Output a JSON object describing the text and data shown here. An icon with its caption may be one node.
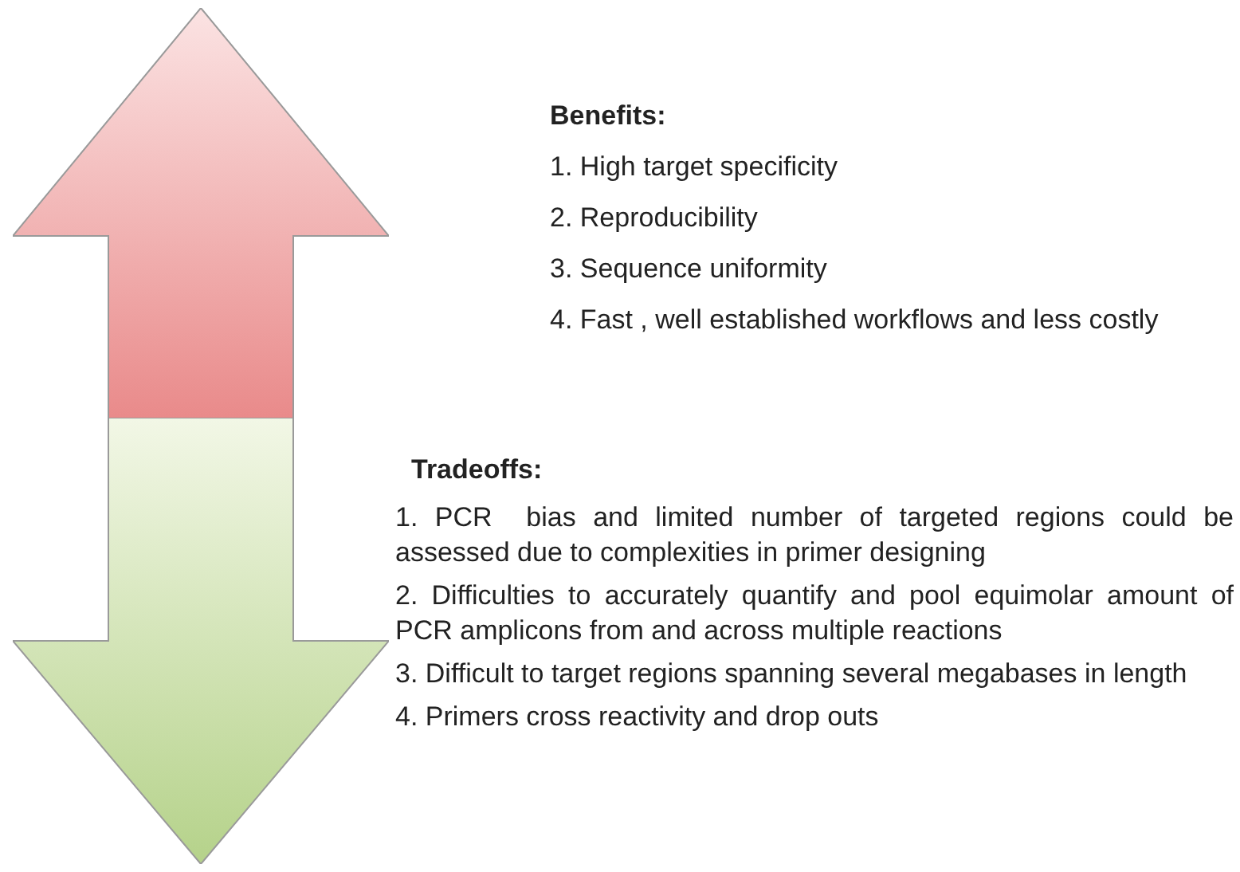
{
  "diagram": {
    "nodes": [
      {
        "text": [],
        "shape": "arrow",
        "beside": [
          "Benefits:",
          "1. High target specificity",
          "2. Reproducibility",
          "3. Sequence uniformity",
          "4. Fast , well established workflows and less costly"
        ]
      },
      {
        "text": [],
        "shape": "arrow",
        "beside": [
          "Tradeoffs:",
          "1. PCR  bias and limited number of targeted regions could be assessed due to complexities in primer designing",
          "2. Difficulties to accurately quantify and pool equimolar amount of PCR amplicons from and across multiple reactions",
          "3. Difficult to target regions spanning several megabases in length",
          "4. Primers cross reactivity and drop outs"
        ]
      }
    ]
  }
}
